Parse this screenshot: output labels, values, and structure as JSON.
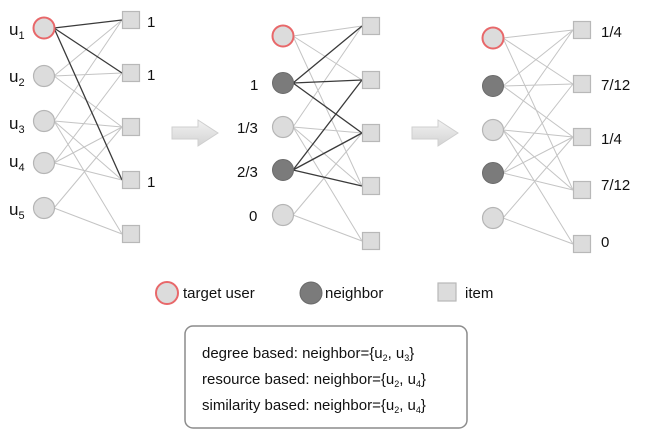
{
  "panel1": {
    "user_labels": [
      {
        "base": "u",
        "sub": "1"
      },
      {
        "base": "u",
        "sub": "2"
      },
      {
        "base": "u",
        "sub": "3"
      },
      {
        "base": "u",
        "sub": "4"
      },
      {
        "base": "u",
        "sub": "5"
      }
    ],
    "item_labels": [
      "1",
      "1",
      "",
      "1",
      ""
    ]
  },
  "panel2": {
    "user_labels": [
      "",
      "1",
      "1/3",
      "2/3",
      "0"
    ]
  },
  "panel3": {
    "item_labels": [
      "1/4",
      "7/12",
      "1/4",
      "7/12",
      "0"
    ]
  },
  "legend": {
    "target_user": "target user",
    "neighbor": "neighbor",
    "item": "item"
  },
  "summary": [
    {
      "prefix": "degree based: neighbor={u",
      "a": "2",
      "mid": ", u",
      "b": "3",
      "suffix": "}"
    },
    {
      "prefix": "resource based: neighbor={u",
      "a": "2",
      "mid": ", u",
      "b": "4",
      "suffix": "}"
    },
    {
      "prefix": "similarity based: neighbor={u",
      "a": "2",
      "mid": ", u",
      "b": "4",
      "suffix": "}"
    }
  ],
  "colors": {
    "target_stroke": "#e8686a",
    "user_fill": "#dcdcdc",
    "user_stroke": "#b5b5b5",
    "neighbor_fill": "#7b7b7b",
    "item_fill": "#dcdcdc",
    "item_stroke": "#b8b8b8",
    "edge_light": "#c4c4c4",
    "edge_dark": "#3a3a3a"
  }
}
